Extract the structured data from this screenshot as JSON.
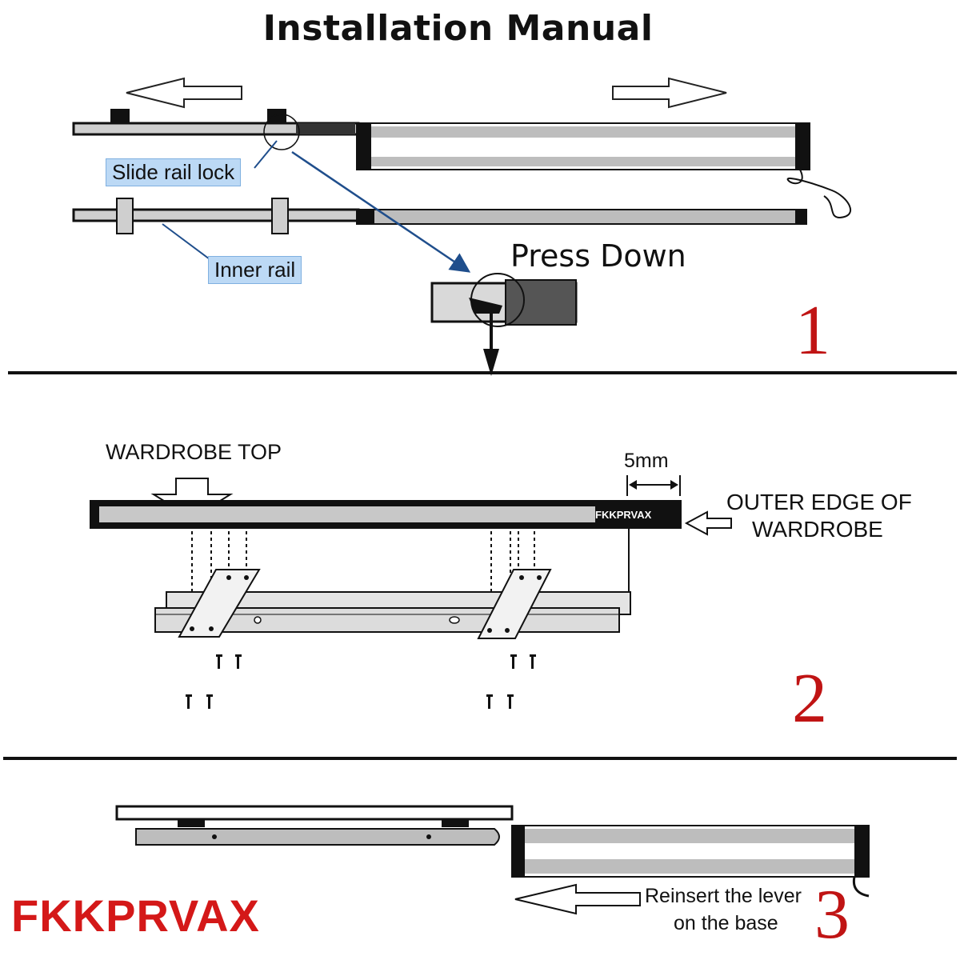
{
  "title": "Installation Manual",
  "panel1": {
    "slide_rail_lock": "Slide rail lock",
    "inner_rail": "Inner rail",
    "press_down": "Press Down",
    "step": "1"
  },
  "panel2": {
    "wardrobe_top": "WARDROBE TOP",
    "gap": "5mm",
    "rail_marking": "FKKPRVAX",
    "outer_edge_line1": "OUTER EDGE OF",
    "outer_edge_line2": "WARDROBE",
    "step": "2"
  },
  "panel3": {
    "reinsert_line1": "Reinsert the lever",
    "reinsert_line2": "on the base",
    "step": "3"
  },
  "brand": "FKKPRVAX",
  "colors": {
    "step_number": "#c01414",
    "brand": "#d41818",
    "label_fill": "#bcd9f5",
    "pointer_line": "#1f4e8c"
  }
}
